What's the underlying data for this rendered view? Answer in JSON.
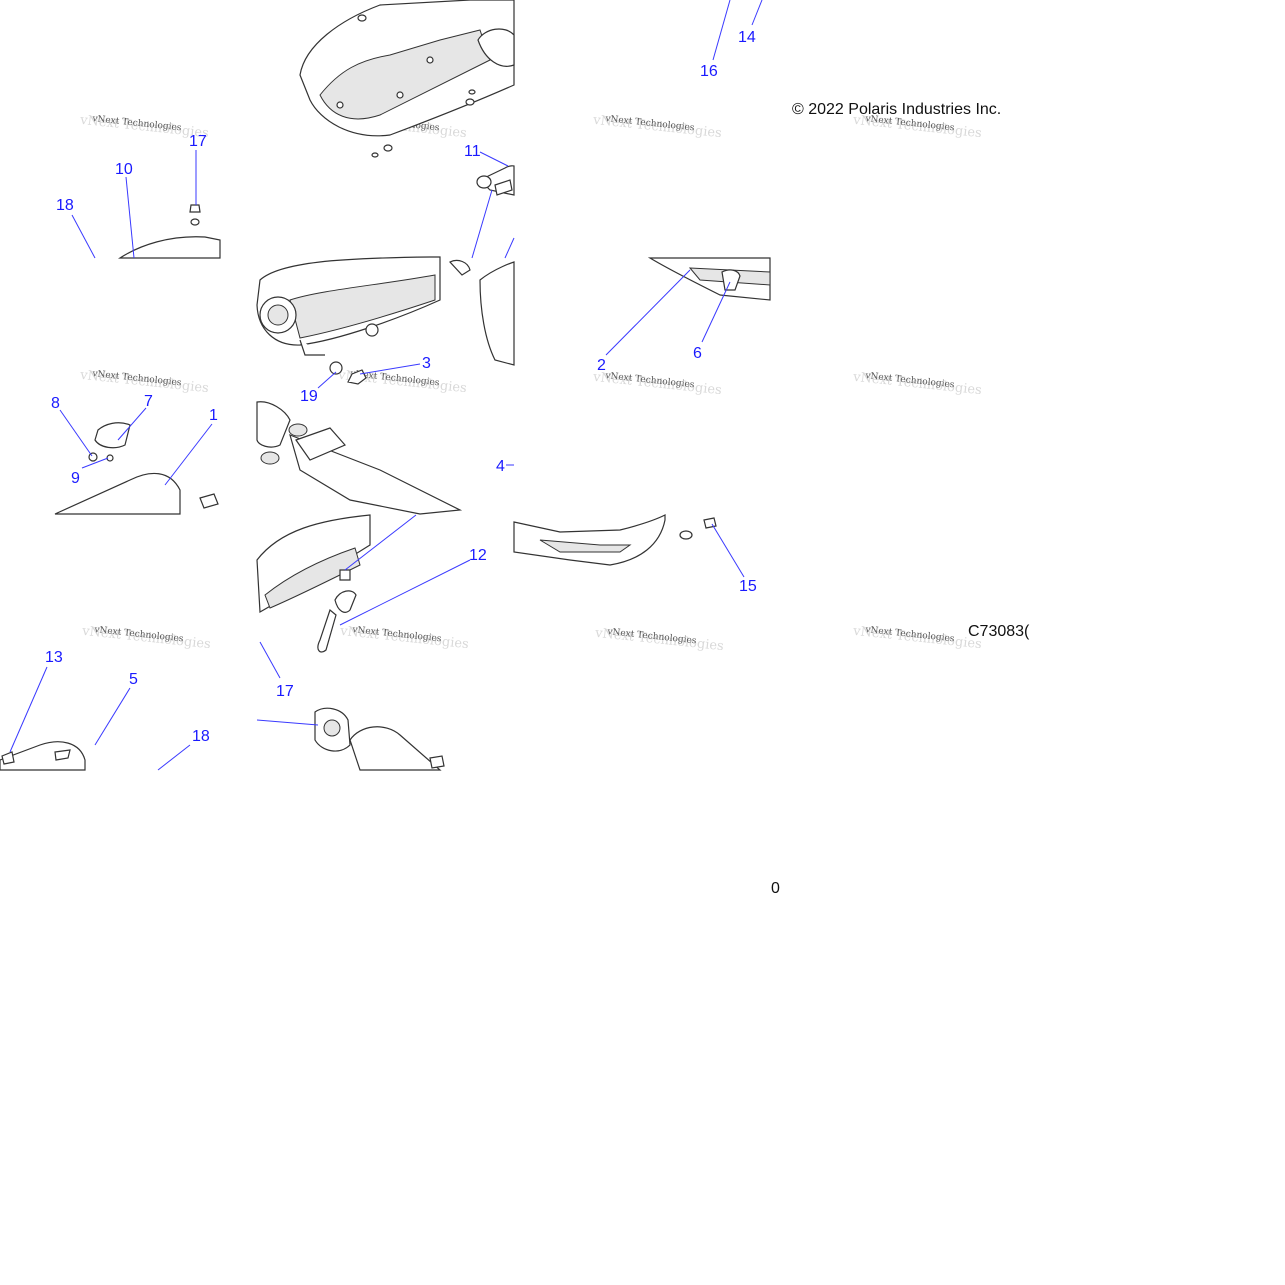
{
  "copyright": "© 2022 Polaris Industries Inc.",
  "drawing_code": "C73083(",
  "page_number": "0",
  "watermark_text": "vNext Technologies",
  "callout_color": "#1a1aff",
  "callouts": {
    "c1": "1",
    "c2": "2",
    "c3": "3",
    "c4": "4",
    "c5": "5",
    "c6": "6",
    "c7": "7",
    "c8": "8",
    "c9": "9",
    "c10": "10",
    "c11": "11",
    "c12": "12",
    "c13": "13",
    "c14": "14",
    "c15": "15",
    "c16": "16",
    "c17a": "17",
    "c17b": "17",
    "c18a": "18",
    "c18b": "18",
    "c19": "19"
  }
}
